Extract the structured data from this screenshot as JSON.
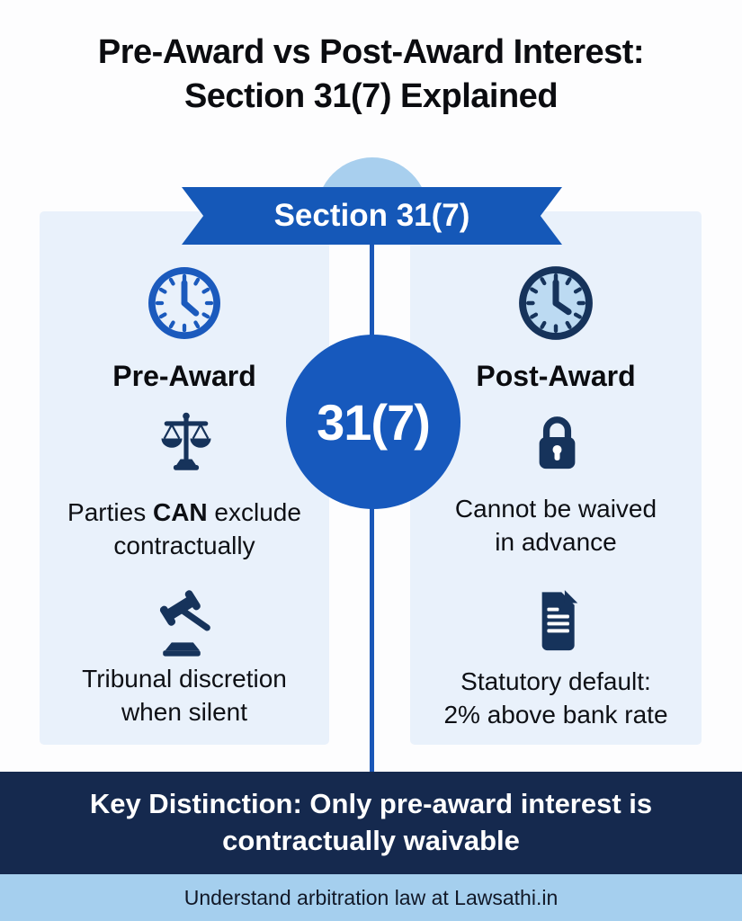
{
  "title": {
    "line1": "Pre-Award vs Post-Award Interest:",
    "line2": "Section 31(7) Explained"
  },
  "banner": {
    "label": "Section 31(7)"
  },
  "badge": {
    "label": "31(7)"
  },
  "columns": {
    "left": {
      "heading": "Pre-Award",
      "icon_top": "clock-icon",
      "icon_mid": "scales-of-justice-icon",
      "icon_bottom": "gavel-icon",
      "point1": {
        "prefix": "Parties ",
        "bold": "CAN",
        "suffix": " exclude",
        "line2": "contractually"
      },
      "point2": {
        "line1": "Tribunal discretion",
        "line2": "when silent"
      }
    },
    "right": {
      "heading": "Post-Award",
      "icon_top": "clock-icon",
      "icon_mid": "padlock-icon",
      "icon_bottom": "document-icon",
      "point1": {
        "line1": "Cannot be waived",
        "line2": "in advance"
      },
      "point2": {
        "line1": "Statutory default:",
        "line2": "2% above bank rate"
      }
    }
  },
  "key_distinction": {
    "line1": "Key Distinction: Only pre-award interest is",
    "line2": "contractually waivable"
  },
  "footer": {
    "text": "Understand arbitration law at Lawsathi.in"
  },
  "colors": {
    "ribbon_blue": "#1558b8",
    "badge_blue": "#1759bd",
    "line_blue": "#1a57b8",
    "icon_blue": "#1b5abd",
    "icon_navy": "#16335b",
    "panel_bg": "#e9f1fb",
    "semicircle_bg": "#a8cfee",
    "keybar_bg": "#15294e",
    "footer_bg": "#a5cfee",
    "title_text": "#0b0c10",
    "white_text": "#ffffff"
  }
}
